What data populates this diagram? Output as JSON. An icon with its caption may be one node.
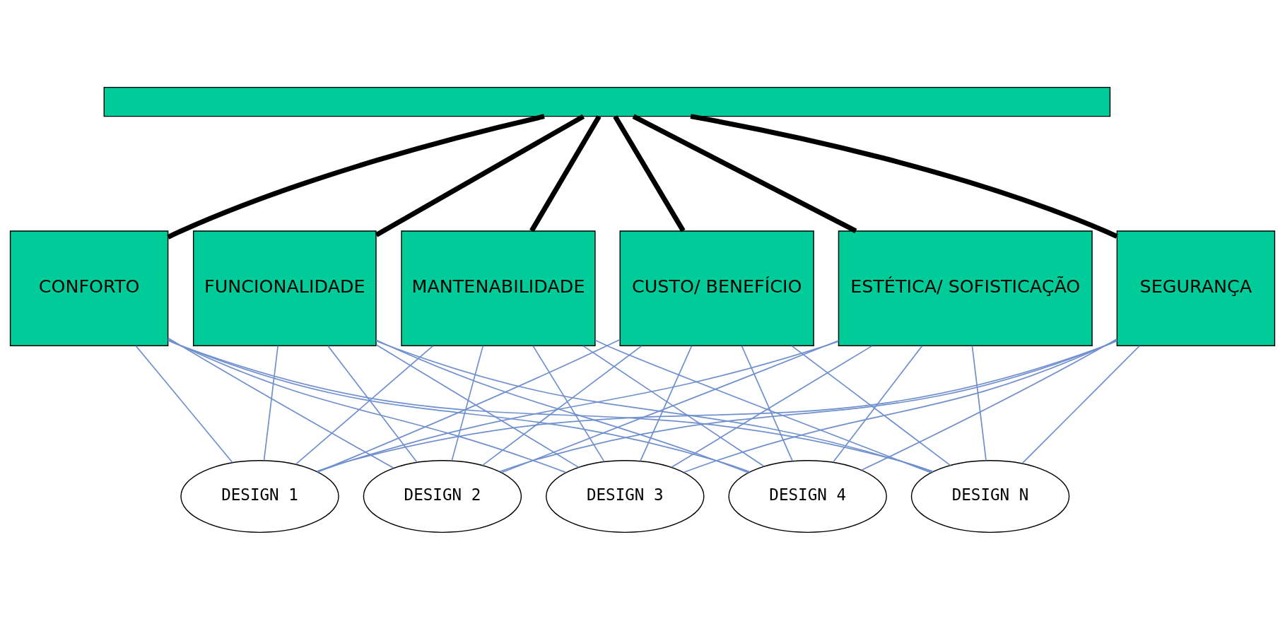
{
  "diagram": {
    "nodes": [
      {
        "text": [],
        "shape": "box"
      },
      {
        "text": [
          "CONFORTO"
        ]
      },
      {
        "text": [
          "FUNCIONALIDADE"
        ]
      },
      {
        "text": [
          "MANTENABILIDADE"
        ]
      },
      {
        "text": [
          "CUSTO/ BENEFÍCIO"
        ]
      },
      {
        "text": [
          "ESTÉTICA/ SOFISTICAÇÃO"
        ]
      },
      {
        "text": [
          "SEGURANÇA"
        ]
      },
      {
        "text": [
          "DESIGN 1"
        ]
      },
      {
        "text": [
          "DESIGN 2"
        ]
      },
      {
        "text": [
          "DESIGN 3"
        ]
      },
      {
        "text": [
          "DESIGN 4"
        ]
      },
      {
        "text": [
          "DESIGN N"
        ]
      }
    ],
    "edges": [
      {
        "from": 0,
        "to": 1,
        "arrow": "none",
        "color": "#000000",
        "style": "thick"
      },
      {
        "from": 0,
        "to": 2,
        "arrow": "none",
        "color": "#000000",
        "style": "thick"
      },
      {
        "from": 0,
        "to": 3,
        "arrow": "none",
        "color": "#000000",
        "style": "thick"
      },
      {
        "from": 0,
        "to": 4,
        "arrow": "none",
        "color": "#000000",
        "style": "thick"
      },
      {
        "from": 0,
        "to": 5,
        "arrow": "none",
        "color": "#000000",
        "style": "thick"
      },
      {
        "from": 0,
        "to": 6,
        "arrow": "none",
        "color": "#000000",
        "style": "thick"
      },
      {
        "from": 1,
        "to": 7,
        "arrow": "none"
      },
      {
        "from": 1,
        "to": 8,
        "arrow": "none"
      },
      {
        "from": 1,
        "to": 9,
        "arrow": "none"
      },
      {
        "from": 1,
        "to": 10,
        "arrow": "none"
      },
      {
        "from": 1,
        "to": 11,
        "arrow": "none"
      },
      {
        "from": 2,
        "to": 7,
        "arrow": "none"
      },
      {
        "from": 2,
        "to": 8,
        "arrow": "none"
      },
      {
        "from": 2,
        "to": 9,
        "arrow": "none"
      },
      {
        "from": 2,
        "to": 10,
        "arrow": "none"
      },
      {
        "from": 2,
        "to": 11,
        "arrow": "none"
      },
      {
        "from": 3,
        "to": 7,
        "arrow": "none"
      },
      {
        "from": 3,
        "to": 8,
        "arrow": "none"
      },
      {
        "from": 3,
        "to": 9,
        "arrow": "none"
      },
      {
        "from": 3,
        "to": 10,
        "arrow": "none"
      },
      {
        "from": 3,
        "to": 11,
        "arrow": "none"
      },
      {
        "from": 4,
        "to": 7,
        "arrow": "none"
      },
      {
        "from": 4,
        "to": 8,
        "arrow": "none"
      },
      {
        "from": 4,
        "to": 9,
        "arrow": "none"
      },
      {
        "from": 4,
        "to": 10,
        "arrow": "none"
      },
      {
        "from": 4,
        "to": 11,
        "arrow": "none"
      },
      {
        "from": 5,
        "to": 7,
        "arrow": "none"
      },
      {
        "from": 5,
        "to": 8,
        "arrow": "none"
      },
      {
        "from": 5,
        "to": 9,
        "arrow": "none"
      },
      {
        "from": 5,
        "to": 10,
        "arrow": "none"
      },
      {
        "from": 5,
        "to": 11,
        "arrow": "none"
      },
      {
        "from": 6,
        "to": 7,
        "arrow": "none"
      },
      {
        "from": 6,
        "to": 8,
        "arrow": "none"
      },
      {
        "from": 6,
        "to": 9,
        "arrow": "none"
      },
      {
        "from": 6,
        "to": 10,
        "arrow": "none"
      },
      {
        "from": 6,
        "to": 11,
        "arrow": "none"
      }
    ]
  }
}
